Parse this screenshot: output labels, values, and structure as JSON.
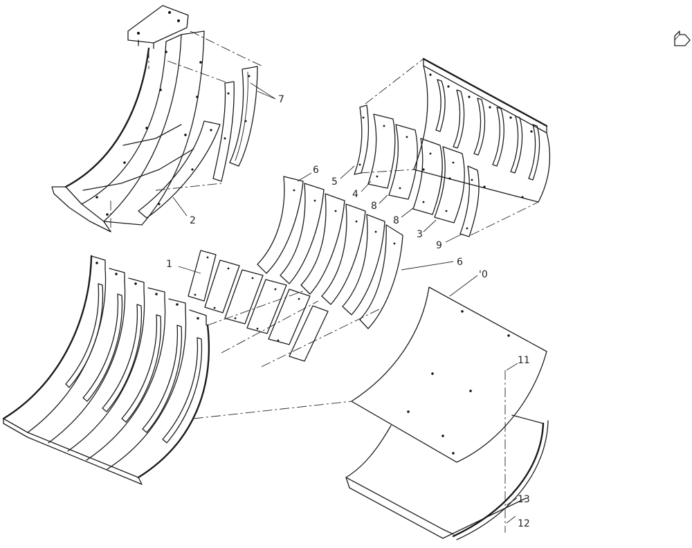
{
  "callouts": {
    "c1": "1",
    "c2": "2",
    "c3": "3",
    "c4": "4",
    "c5": "5",
    "c6a": "6",
    "c6b": "6",
    "c7": "7",
    "c8a": "8",
    "c8b": "8",
    "c9": "9",
    "c10": "'0",
    "c11": "11",
    "c12": "12",
    "c13": "13"
  },
  "icons": {
    "corner": "return-arrow-icon"
  }
}
